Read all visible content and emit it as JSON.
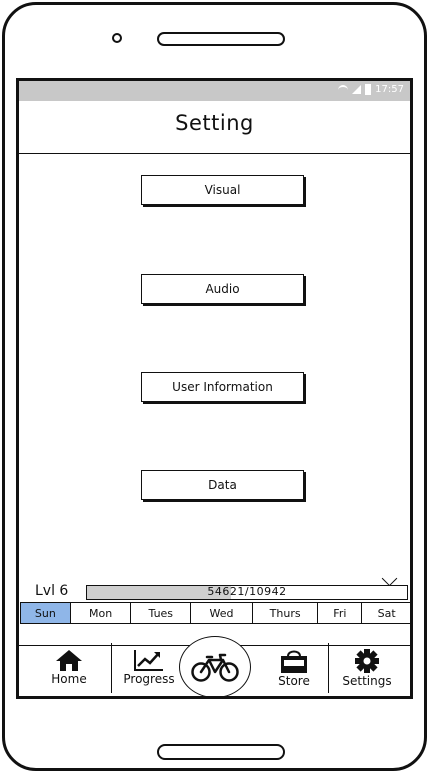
{
  "status_bar": {
    "time": "17:57"
  },
  "page_title": "Setting",
  "menu": [
    {
      "label": "Visual"
    },
    {
      "label": "Audio"
    },
    {
      "label": "User Information"
    },
    {
      "label": "Data"
    }
  ],
  "level": {
    "label": "Lvl 6",
    "progress_text": "54621/10942",
    "progress_fraction": 0.45
  },
  "days": [
    {
      "label": "Sun",
      "active": true
    },
    {
      "label": "Mon",
      "active": false
    },
    {
      "label": "Tues",
      "active": false
    },
    {
      "label": "Wed",
      "active": false
    },
    {
      "label": "Thurs",
      "active": false
    },
    {
      "label": "Fri",
      "active": false
    },
    {
      "label": "Sat",
      "active": false
    }
  ],
  "nav": {
    "home": {
      "label": "Home",
      "icon": "home-icon"
    },
    "progress": {
      "label": "Progress",
      "icon": "chart-icon"
    },
    "center": {
      "icon": "bicycle-icon"
    },
    "store": {
      "label": "Store",
      "icon": "shopping-bag-icon"
    },
    "settings": {
      "label": "Settings",
      "icon": "gear-icon"
    }
  },
  "colors": {
    "status_bar": "#c8c8c8",
    "active_day": "#8fb6e8",
    "progress_fill": "#cfcfcf"
  }
}
